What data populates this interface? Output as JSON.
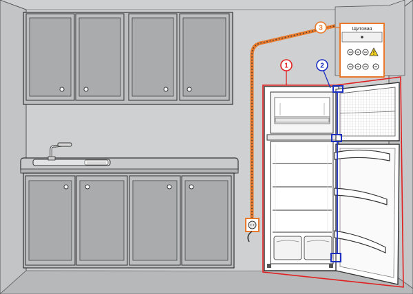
{
  "diagram": {
    "callouts": [
      {
        "number": "1",
        "color": "#e02020"
      },
      {
        "number": "2",
        "color": "#1a2fc0"
      },
      {
        "number": "3",
        "color": "#e8782a"
      }
    ],
    "panel": {
      "label": "Щитовая"
    }
  },
  "colors": {
    "wall": "#cfd0d1",
    "floor": "#b9babb",
    "cabinet": "#bcbec0",
    "cabinet_panel": "#a7a9ab",
    "outline": "#3a3a3a",
    "fridge_outline": "#e02020",
    "magnet_outline": "#1a2fc0",
    "cable": "#e8782a"
  },
  "icons": [
    "warning-icon",
    "socket-icon",
    "faucet-icon",
    "sink-icon"
  ]
}
